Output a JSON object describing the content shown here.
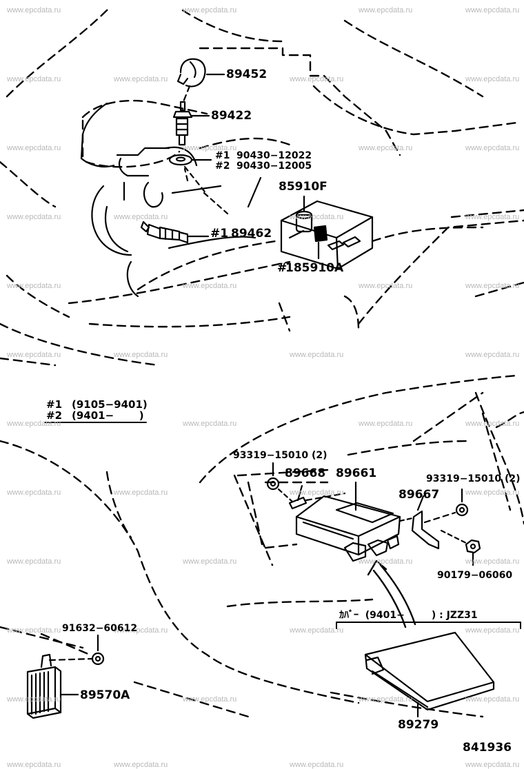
{
  "watermark": "www.epcdata.ru",
  "parts": {
    "p89452": "89452",
    "p89422": "89422",
    "p90430a": "90430−12022",
    "p90430b": "90430−12005",
    "p85910F": "85910F",
    "p89462": "89462",
    "p185910A": "185910A",
    "p93319a": "93319−15010 (2)",
    "p93319b": "93319−15010 (2)",
    "p89668": "89668",
    "p89661": "89661",
    "p89667": "89667",
    "p90179": "90179−06060",
    "p91632": "91632−60612",
    "p89570A": "89570A",
    "p89279": "89279"
  },
  "marks": {
    "m1": "#1",
    "m2": "#2",
    "m1b": "#1",
    "star": "#"
  },
  "legend": {
    "row1_mark": "#1",
    "row1_range": "(9105−9401)",
    "row2_mark": "#2",
    "row2_range": "(9401−       )"
  },
  "cover_note": "ｶﾊﾞｰ  (9401−        ) : JZZ31",
  "diagram_number": "841936"
}
